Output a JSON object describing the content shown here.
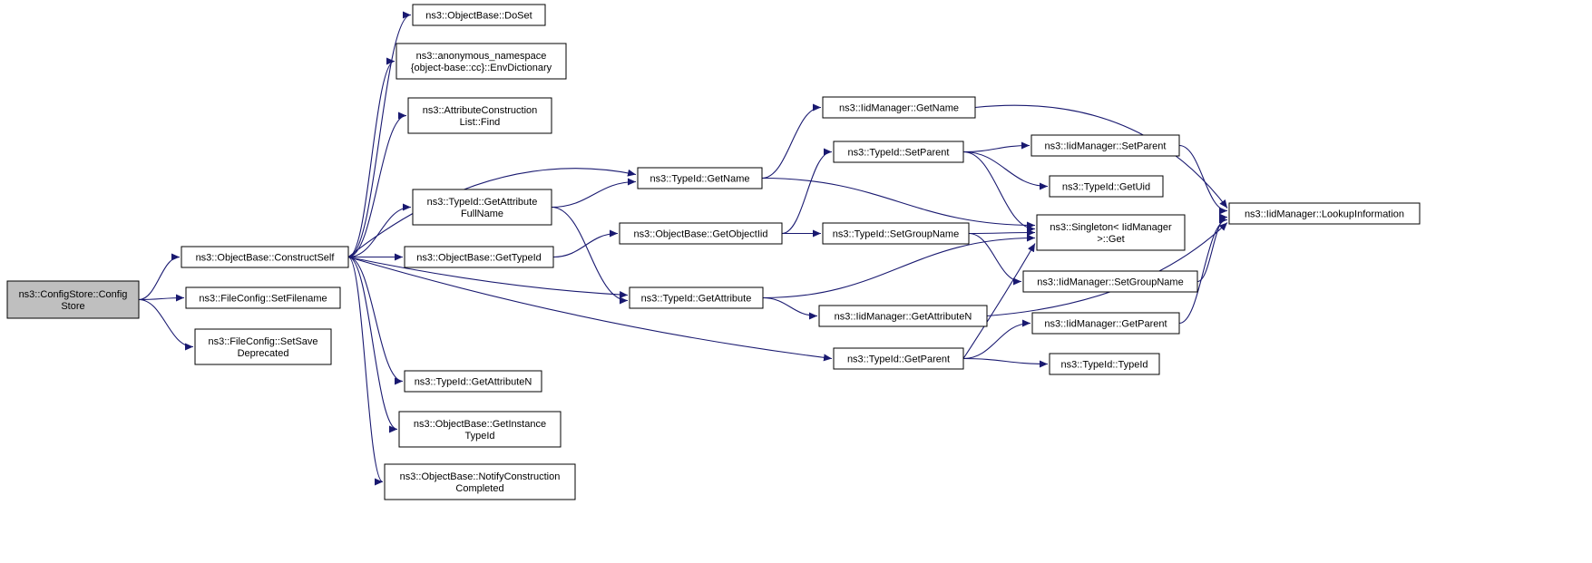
{
  "graph": {
    "title": "ns3::ConfigStore::ConfigStore call graph",
    "colors": {
      "background": "#ffffff",
      "edge": "#191970",
      "node_border": "#000000",
      "node_fill": "#ffffff",
      "root_fill": "#bfbfbf",
      "text": "#000000"
    },
    "nodes": [
      {
        "id": "config_store",
        "label": "ns3::ConfigStore::Config\nStore",
        "root": true
      },
      {
        "id": "construct_self",
        "label": "ns3::ObjectBase::ConstructSelf"
      },
      {
        "id": "set_filename",
        "label": "ns3::FileConfig::SetFilename"
      },
      {
        "id": "set_save_deprecated",
        "label": "ns3::FileConfig::SetSave\nDeprecated"
      },
      {
        "id": "do_set",
        "label": "ns3::ObjectBase::DoSet"
      },
      {
        "id": "env_dictionary",
        "label": "ns3::anonymous_namespace\n{object-base::cc}::EnvDictionary"
      },
      {
        "id": "acl_find",
        "label": "ns3::AttributeConstruction\nList::Find"
      },
      {
        "id": "get_attribute_full_name",
        "label": "ns3::TypeId::GetAttribute\nFullName"
      },
      {
        "id": "ob_get_typeid",
        "label": "ns3::ObjectBase::GetTypeId"
      },
      {
        "id": "tid_get_attribute_n",
        "label": "ns3::TypeId::GetAttributeN"
      },
      {
        "id": "get_instance_typeid",
        "label": "ns3::ObjectBase::GetInstance\nTypeId"
      },
      {
        "id": "notify_construction_completed",
        "label": "ns3::ObjectBase::NotifyConstruction\nCompleted"
      },
      {
        "id": "tid_get_name",
        "label": "ns3::TypeId::GetName"
      },
      {
        "id": "get_object_iid",
        "label": "ns3::ObjectBase::GetObjectIid"
      },
      {
        "id": "tid_get_attribute",
        "label": "ns3::TypeId::GetAttribute"
      },
      {
        "id": "iid_get_name",
        "label": "ns3::IidManager::GetName"
      },
      {
        "id": "tid_set_parent",
        "label": "ns3::TypeId::SetParent"
      },
      {
        "id": "tid_set_group_name",
        "label": "ns3::TypeId::SetGroupName"
      },
      {
        "id": "iid_get_attribute_n",
        "label": "ns3::IidManager::GetAttributeN"
      },
      {
        "id": "tid_get_parent",
        "label": "ns3::TypeId::GetParent"
      },
      {
        "id": "iid_set_parent",
        "label": "ns3::IidManager::SetParent"
      },
      {
        "id": "tid_get_uid",
        "label": "ns3::TypeId::GetUid"
      },
      {
        "id": "singleton_get",
        "label": "ns3::Singleton< IidManager\n>::Get"
      },
      {
        "id": "iid_set_group_name",
        "label": "ns3::IidManager::SetGroupName"
      },
      {
        "id": "iid_get_parent",
        "label": "ns3::IidManager::GetParent"
      },
      {
        "id": "tid_typeid",
        "label": "ns3::TypeId::TypeId"
      },
      {
        "id": "lookup_information",
        "label": "ns3::IidManager::LookupInformation"
      }
    ],
    "edges": [
      {
        "from": "config_store",
        "to": "construct_self"
      },
      {
        "from": "config_store",
        "to": "set_filename"
      },
      {
        "from": "config_store",
        "to": "set_save_deprecated"
      },
      {
        "from": "construct_self",
        "to": "do_set"
      },
      {
        "from": "construct_self",
        "to": "env_dictionary"
      },
      {
        "from": "construct_self",
        "to": "acl_find"
      },
      {
        "from": "construct_self",
        "to": "get_attribute_full_name"
      },
      {
        "from": "construct_self",
        "to": "tid_get_name"
      },
      {
        "from": "construct_self",
        "to": "ob_get_typeid"
      },
      {
        "from": "construct_self",
        "to": "tid_get_attribute"
      },
      {
        "from": "construct_self",
        "to": "tid_get_parent"
      },
      {
        "from": "construct_self",
        "to": "tid_get_attribute_n"
      },
      {
        "from": "construct_self",
        "to": "get_instance_typeid"
      },
      {
        "from": "construct_self",
        "to": "notify_construction_completed"
      },
      {
        "from": "get_attribute_full_name",
        "to": "tid_get_name"
      },
      {
        "from": "get_attribute_full_name",
        "to": "tid_get_attribute"
      },
      {
        "from": "ob_get_typeid",
        "to": "get_object_iid"
      },
      {
        "from": "tid_get_name",
        "to": "iid_get_name"
      },
      {
        "from": "tid_get_name",
        "to": "singleton_get"
      },
      {
        "from": "get_object_iid",
        "to": "tid_set_parent"
      },
      {
        "from": "get_object_iid",
        "to": "tid_set_group_name"
      },
      {
        "from": "tid_set_parent",
        "to": "iid_set_parent"
      },
      {
        "from": "tid_set_parent",
        "to": "tid_get_uid"
      },
      {
        "from": "tid_set_parent",
        "to": "singleton_get"
      },
      {
        "from": "tid_set_group_name",
        "to": "singleton_get"
      },
      {
        "from": "tid_set_group_name",
        "to": "iid_set_group_name"
      },
      {
        "from": "tid_get_attribute",
        "to": "singleton_get"
      },
      {
        "from": "tid_get_attribute",
        "to": "iid_get_attribute_n"
      },
      {
        "from": "tid_get_parent",
        "to": "iid_get_parent"
      },
      {
        "from": "tid_get_parent",
        "to": "singleton_get"
      },
      {
        "from": "tid_get_parent",
        "to": "tid_typeid"
      },
      {
        "from": "iid_get_name",
        "to": "lookup_information"
      },
      {
        "from": "iid_set_parent",
        "to": "lookup_information"
      },
      {
        "from": "iid_set_group_name",
        "to": "lookup_information"
      },
      {
        "from": "iid_get_parent",
        "to": "lookup_information"
      },
      {
        "from": "iid_get_attribute_n",
        "to": "lookup_information"
      }
    ]
  }
}
